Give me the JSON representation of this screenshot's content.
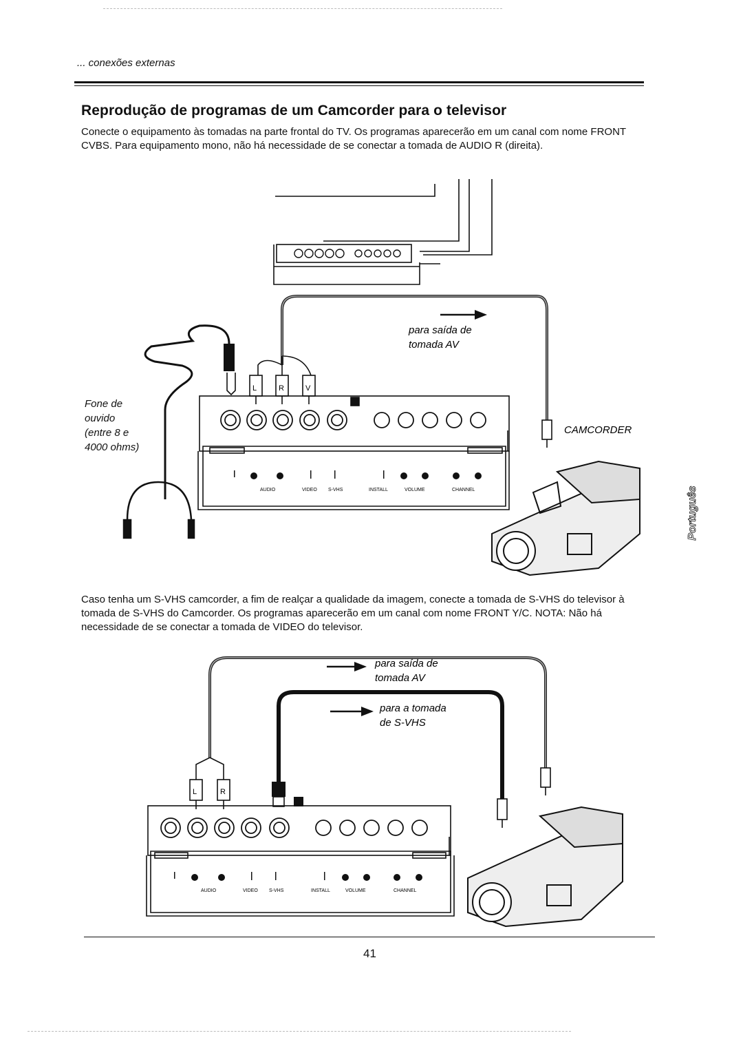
{
  "header": {
    "section": "... conexões externas"
  },
  "title": "Reprodução de programas de um Camcorder para o televisor",
  "paragraph1": "Conecte o equipamento às tomadas na parte frontal do TV. Os programas aparecerão em um canal com nome FRONT CVBS. Para equipamento mono, não há necessidade de se conectar a tomada de AUDIO R (direita).",
  "diagram1": {
    "arrow_label_1": "para saída de",
    "arrow_label_2": "tomada AV",
    "headphone_1": "Fone de",
    "headphone_2": "ouvido",
    "headphone_3": "(entre 8 e",
    "headphone_4": "4000 ohms)",
    "device": "CAMCORDER",
    "plugs": [
      "L",
      "R",
      "V"
    ]
  },
  "panel_labels": {
    "audio": "AUDIO",
    "video": "VIDEO",
    "svhs": "S-VHS",
    "install": "INSTALL",
    "volume": "VOLUME",
    "channel": "CHANNEL"
  },
  "paragraph2": "Caso tenha um S-VHS camcorder, a fim de realçar a qualidade da imagem, conecte a tomada de S-VHS do televisor à tomada de S-VHS do Camcorder. Os programas aparecerão em um canal com nome FRONT Y/C. NOTA: Não há necessidade de se conectar a tomada de VIDEO do televisor.",
  "diagram2": {
    "arrow1_label_1": "para saída de",
    "arrow1_label_2": "tomada AV",
    "arrow2_label_1": "para a tomada",
    "arrow2_label_2": "de S-VHS",
    "plugs": [
      "L",
      "R"
    ]
  },
  "side_tab": "Português",
  "page_number": "41"
}
